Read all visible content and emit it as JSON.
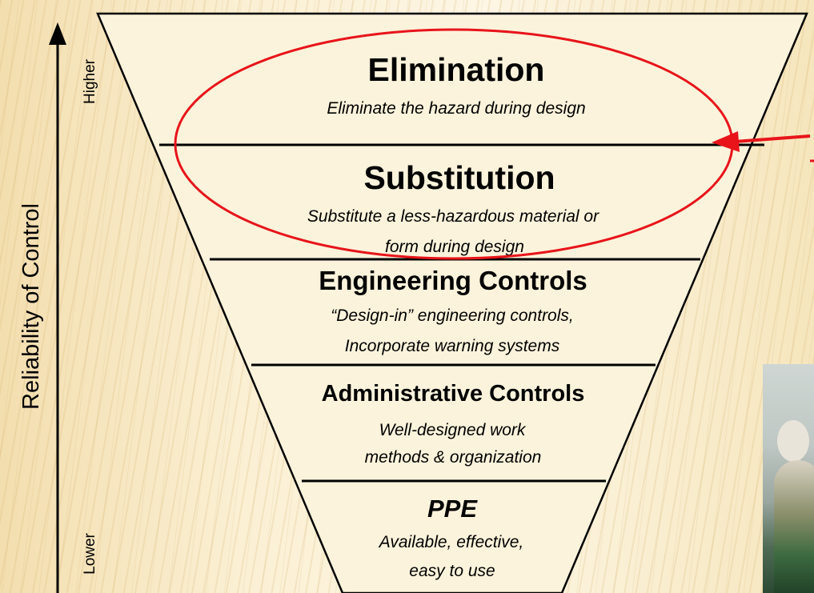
{
  "axis": {
    "label": "Reliability of Control",
    "higher": "Higher",
    "lower": "Lower"
  },
  "levels": [
    {
      "title": "Elimination",
      "desc1": "Eliminate the hazard during design",
      "desc2": ""
    },
    {
      "title": "Substitution",
      "desc1": "Substitute a less-hazardous material or",
      "desc2": "form during design"
    },
    {
      "title": "Engineering Controls",
      "desc1": "“Design-in” engineering controls,",
      "desc2": "Incorporate warning systems"
    },
    {
      "title": "Administrative Controls",
      "desc1": "Well-designed work",
      "desc2": "methods & organization"
    },
    {
      "title": "PPE",
      "desc1": "Available, effective,",
      "desc2": "easy to use"
    }
  ],
  "colors": {
    "pyramid_fill": "#fcf3dc",
    "outline": "#000000",
    "highlight": "#e8141a"
  },
  "annotations": {
    "highlight_ellipse": "circles Elimination and Substitution",
    "arrow": "red arrow pointing to the circled levels"
  }
}
